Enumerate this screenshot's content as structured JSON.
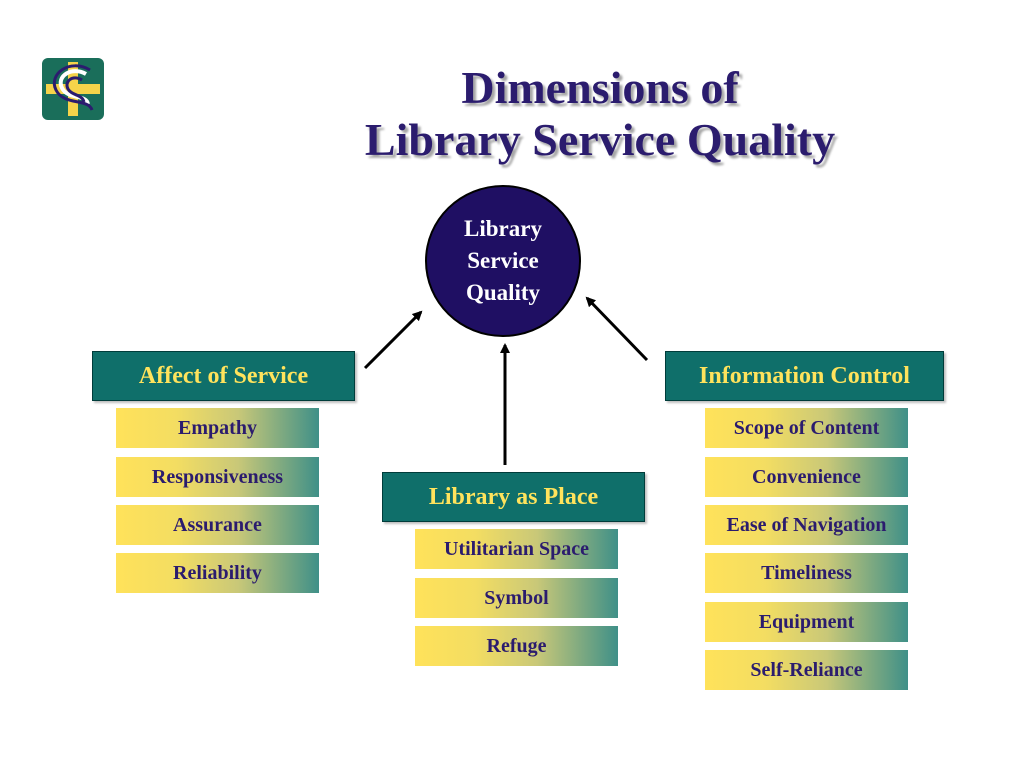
{
  "title": {
    "line1": "Dimensions of",
    "line2": "Library Service Quality"
  },
  "center": {
    "line1": "Library",
    "line2": "Service",
    "line3": "Quality"
  },
  "dimensions": {
    "affect": {
      "label": "Affect of Service",
      "items": [
        "Empathy",
        "Responsiveness",
        "Assurance",
        "Reliability"
      ]
    },
    "place": {
      "label": "Library as Place",
      "items": [
        "Utilitarian Space",
        "Symbol",
        "Refuge"
      ]
    },
    "information": {
      "label": "Information Control",
      "items": [
        "Scope of Content",
        "Convenience",
        "Ease of Navigation",
        "Timeliness",
        "Equipment",
        "Self-Reliance"
      ]
    }
  },
  "colors": {
    "title": "#2b1c6e",
    "circle": "#1f0f63",
    "header_bg": "#0f6f6a",
    "header_text": "#ffe35c",
    "item_gradient_start": "#ffe25a",
    "item_gradient_end": "#3f9088",
    "logo_green": "#1a6e5a",
    "logo_yellow": "#f5d34a"
  },
  "icons": {
    "logo": "library-logo-icon"
  }
}
